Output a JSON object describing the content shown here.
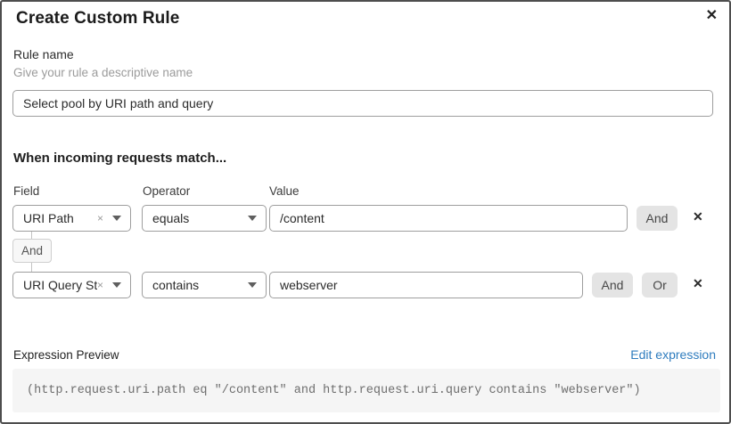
{
  "modal": {
    "title": "Create Custom Rule",
    "close_icon": "✕"
  },
  "rule_name": {
    "label": "Rule name",
    "helper": "Give your rule a descriptive name",
    "value": "Select pool by URI path and query"
  },
  "match_section": {
    "heading": "When incoming requests match...",
    "columns": {
      "field": "Field",
      "operator": "Operator",
      "value": "Value"
    },
    "rows": [
      {
        "field": "URI Path",
        "operator": "equals",
        "value": "/content",
        "and_label": "And",
        "delete_icon": "✕"
      },
      {
        "field": "URI Query St...",
        "operator": "contains",
        "value": "webserver",
        "and_label": "And",
        "or_label": "Or",
        "delete_icon": "✕"
      }
    ],
    "connector_label": "And",
    "clear_icon": "×"
  },
  "expression": {
    "label": "Expression Preview",
    "edit_link": "Edit expression",
    "code": "(http.request.uri.path eq \"/content\" and http.request.uri.query contains \"webserver\")"
  },
  "colors": {
    "link_blue": "#2e7cbe",
    "code_bg": "#f5f5f5",
    "button_gray": "#e4e4e4"
  }
}
